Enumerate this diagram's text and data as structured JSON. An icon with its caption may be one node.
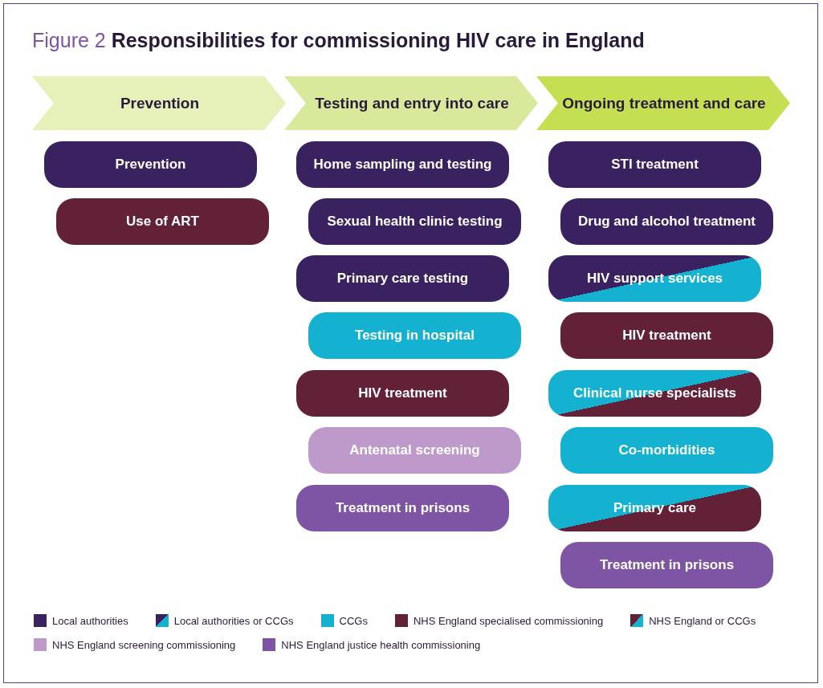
{
  "diagram": {
    "title": "Figure 2 Responsibilities for commissioning HIV care in England",
    "nodes": [
      {
        "text": [
          "Prevention"
        ]
      },
      {
        "text": [
          "Testing and entry into care"
        ]
      },
      {
        "text": [
          "Ongoing treatment and care"
        ]
      },
      {
        "text": [
          "Prevention"
        ]
      },
      {
        "text": [
          "Use of ART"
        ]
      },
      {
        "text": [
          "Home sampling and testing"
        ]
      },
      {
        "text": [
          "Sexual health clinic testing"
        ]
      },
      {
        "text": [
          "Primary care testing"
        ]
      },
      {
        "text": [
          "Testing in hospital"
        ]
      },
      {
        "text": [
          "HIV treatment"
        ]
      },
      {
        "text": [
          "Antenatal screening"
        ]
      },
      {
        "text": [
          "Treatment in prisons"
        ]
      },
      {
        "text": [
          "STI treatment"
        ]
      },
      {
        "text": [
          "Drug and alcohol treatment"
        ]
      },
      {
        "text": [
          "HIV support services"
        ]
      },
      {
        "text": [
          "HIV treatment"
        ]
      },
      {
        "text": [
          "Clinical nurse specialists"
        ]
      },
      {
        "text": [
          "Co-morbidities"
        ]
      },
      {
        "text": [
          "Primary care"
        ]
      },
      {
        "text": [
          "Treatment in prisons"
        ]
      }
    ],
    "edges": [],
    "legend": [
      {
        "text": "Local authorities",
        "color": "#3a2160"
      },
      {
        "text": "Local authorities or CCGs"
      },
      {
        "text": "CCGs",
        "color": "#14b2d0"
      },
      {
        "text": "NHS England specialised commissioning",
        "color": "#632138"
      },
      {
        "text": "NHS England or CCGs"
      },
      {
        "text": "NHS England screening commissioning",
        "color": "#bd9ac9"
      },
      {
        "text": "NHS England justice health commissioning",
        "color": "#7d55a4"
      }
    ]
  }
}
